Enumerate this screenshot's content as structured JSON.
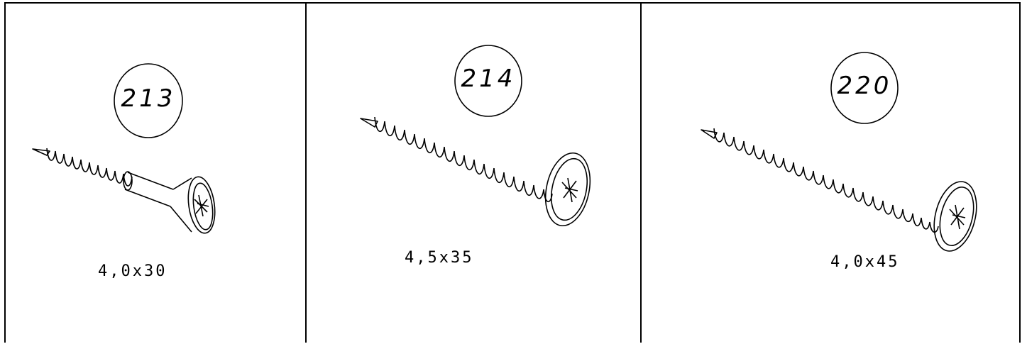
{
  "parts": [
    {
      "number": "213",
      "size": "4,0x30",
      "icon": "countersunk-screw-icon"
    },
    {
      "number": "214",
      "size": "4,5x35",
      "icon": "wafer-head-screw-icon"
    },
    {
      "number": "220",
      "size": "4,0x45",
      "icon": "wafer-head-screw-long-icon"
    }
  ],
  "colors": {
    "line": "#000000",
    "background": "#ffffff"
  }
}
